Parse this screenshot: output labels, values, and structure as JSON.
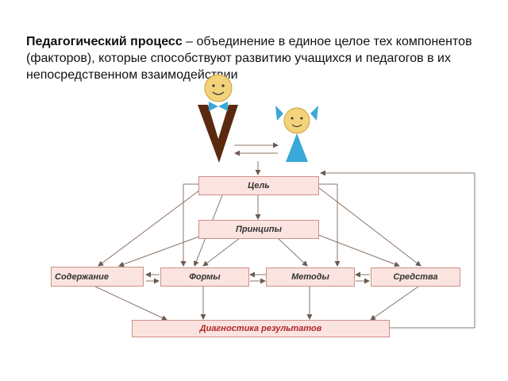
{
  "heading": {
    "bold": "Педагогический процесс",
    "rest": " – объединение в единое целое тех компонентов (факторов), которые способствуют развитию учащихся и педагогов в их непосредственном взаимодействии"
  },
  "nodes": {
    "goal": "Цель",
    "principles": "Принципы",
    "content": "Содержание",
    "forms": "Формы",
    "methods": "Методы",
    "means": "Средства",
    "diagnostics": "Диагностика результатов"
  },
  "colors": {
    "box_fill": "#fbe4e0",
    "box_border": "#cc8f86",
    "line": "#8a7468",
    "label_red": "#b0262a",
    "teacher_suit": "#5a2a10",
    "bowtie": "#3aa8d8",
    "face": "#f2d27a",
    "girl_dress": "#3aa8d8"
  }
}
